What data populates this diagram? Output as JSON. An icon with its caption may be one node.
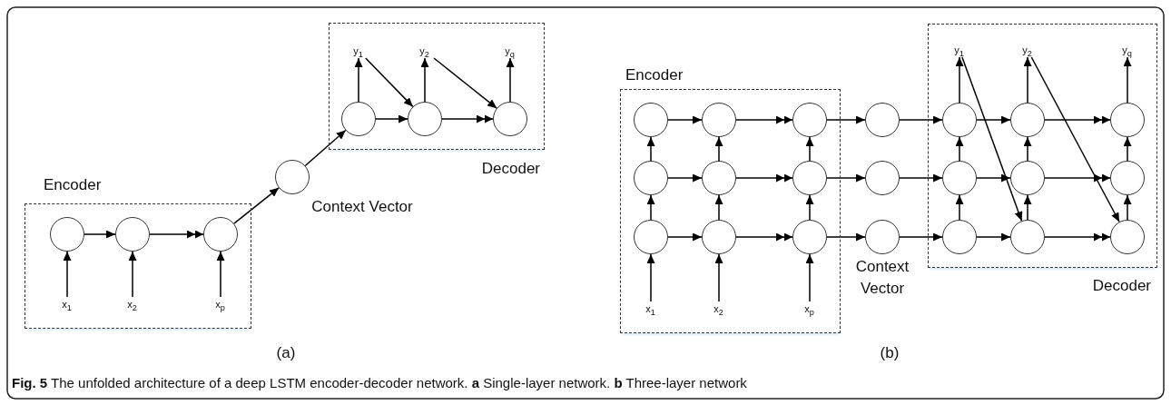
{
  "diagram": {
    "caption": "**Fig. 5** The unfolded architecture of a deep LSTM encoder-decoder network. **a** Single-layer network. **b** Three-layer network",
    "nodes": [
      {
        "text": [
          "Encoder"
        ]
      },
      {
        "text": [],
        "shape": "circle",
        "in": 0
      },
      {
        "text": [],
        "shape": "circle",
        "in": 0
      },
      {
        "text": [],
        "shape": "circle",
        "in": 0
      },
      {
        "text": [
          "x$_{1}$"
        ],
        "in": 0
      },
      {
        "text": [
          "x$_{2}$"
        ],
        "in": 0
      },
      {
        "text": [
          "x$_{p}$"
        ],
        "in": 0
      },
      {
        "text": [],
        "shape": "circle",
        "beside": [
          "Context Vector"
        ]
      },
      {
        "text": [
          "Decoder"
        ]
      },
      {
        "text": [],
        "shape": "circle",
        "in": 8
      },
      {
        "text": [],
        "shape": "circle",
        "in": 8
      },
      {
        "text": [],
        "shape": "circle",
        "in": 8
      },
      {
        "text": [
          "y$_{1}$"
        ],
        "in": 8
      },
      {
        "text": [
          "y$_{2}$"
        ],
        "in": 8
      },
      {
        "text": [
          "y$_{q}$"
        ],
        "in": 8
      },
      {
        "text": [
          "Encoder"
        ]
      },
      {
        "text": [],
        "shape": "circle",
        "in": 15
      },
      {
        "text": [],
        "shape": "circle",
        "in": 15
      },
      {
        "text": [],
        "shape": "circle",
        "in": 15
      },
      {
        "text": [],
        "shape": "circle",
        "in": 15
      },
      {
        "text": [],
        "shape": "circle",
        "in": 15
      },
      {
        "text": [],
        "shape": "circle",
        "in": 15
      },
      {
        "text": [],
        "shape": "circle",
        "in": 15
      },
      {
        "text": [],
        "shape": "circle",
        "in": 15
      },
      {
        "text": [],
        "shape": "circle",
        "in": 15
      },
      {
        "text": [
          "x$_{1}$"
        ],
        "in": 15
      },
      {
        "text": [
          "x$_{2}$"
        ],
        "in": 15
      },
      {
        "text": [
          "x$_{p}$"
        ],
        "in": 15
      },
      {
        "text": [],
        "shape": "circle"
      },
      {
        "text": [],
        "shape": "circle"
      },
      {
        "text": [],
        "shape": "circle",
        "beside": [
          "Context Vector"
        ]
      },
      {
        "text": [
          "Decoder"
        ]
      },
      {
        "text": [],
        "shape": "circle",
        "in": 31
      },
      {
        "text": [],
        "shape": "circle",
        "in": 31
      },
      {
        "text": [],
        "shape": "circle",
        "in": 31
      },
      {
        "text": [],
        "shape": "circle",
        "in": 31
      },
      {
        "text": [],
        "shape": "circle",
        "in": 31
      },
      {
        "text": [],
        "shape": "circle",
        "in": 31
      },
      {
        "text": [],
        "shape": "circle",
        "in": 31
      },
      {
        "text": [],
        "shape": "circle",
        "in": 31
      },
      {
        "text": [],
        "shape": "circle",
        "in": 31
      },
      {
        "text": [
          "y$_{1}$"
        ],
        "in": 31
      },
      {
        "text": [
          "y$_{2}$"
        ],
        "in": 31
      },
      {
        "text": [
          "y$_{q}$"
        ],
        "in": 31
      }
    ],
    "edges": [
      {
        "from": 1,
        "to": 2,
        "arrow": "to"
      },
      {
        "from": 2,
        "to": 3,
        "arrow": "to"
      },
      {
        "from": 4,
        "to": 1,
        "arrow": "to"
      },
      {
        "from": 5,
        "to": 2,
        "arrow": "to"
      },
      {
        "from": 6,
        "to": 3,
        "arrow": "to"
      },
      {
        "from": 3,
        "to": 7,
        "arrow": "to"
      },
      {
        "from": 7,
        "to": 9,
        "arrow": "to"
      },
      {
        "from": 9,
        "to": 10,
        "arrow": "to"
      },
      {
        "from": 10,
        "to": 11,
        "arrow": "to"
      },
      {
        "from": 9,
        "to": 12,
        "arrow": "to"
      },
      {
        "from": 10,
        "to": 13,
        "arrow": "to"
      },
      {
        "from": 11,
        "to": 14,
        "arrow": "to"
      },
      {
        "from": 12,
        "to": 10,
        "arrow": "to"
      },
      {
        "from": 13,
        "to": 11,
        "arrow": "to"
      },
      {
        "from": 16,
        "to": 17,
        "arrow": "to"
      },
      {
        "from": 17,
        "to": 18,
        "arrow": "to"
      },
      {
        "from": 18,
        "to": 28,
        "arrow": "to"
      },
      {
        "from": 28,
        "to": 32,
        "arrow": "to"
      },
      {
        "from": 32,
        "to": 33,
        "arrow": "to"
      },
      {
        "from": 33,
        "to": 34,
        "arrow": "to"
      },
      {
        "from": 19,
        "to": 20,
        "arrow": "to"
      },
      {
        "from": 20,
        "to": 21,
        "arrow": "to"
      },
      {
        "from": 21,
        "to": 29,
        "arrow": "to"
      },
      {
        "from": 29,
        "to": 35,
        "arrow": "to"
      },
      {
        "from": 35,
        "to": 36,
        "arrow": "to"
      },
      {
        "from": 36,
        "to": 37,
        "arrow": "to"
      },
      {
        "from": 22,
        "to": 23,
        "arrow": "to"
      },
      {
        "from": 23,
        "to": 24,
        "arrow": "to"
      },
      {
        "from": 24,
        "to": 30,
        "arrow": "to"
      },
      {
        "from": 30,
        "to": 38,
        "arrow": "to"
      },
      {
        "from": 38,
        "to": 39,
        "arrow": "to"
      },
      {
        "from": 39,
        "to": 40,
        "arrow": "to"
      },
      {
        "from": 25,
        "to": 22,
        "arrow": "to"
      },
      {
        "from": 26,
        "to": 23,
        "arrow": "to"
      },
      {
        "from": 27,
        "to": 24,
        "arrow": "to"
      },
      {
        "from": 22,
        "to": 19,
        "arrow": "to"
      },
      {
        "from": 23,
        "to": 20,
        "arrow": "to"
      },
      {
        "from": 24,
        "to": 21,
        "arrow": "to"
      },
      {
        "from": 19,
        "to": 16,
        "arrow": "to"
      },
      {
        "from": 20,
        "to": 17,
        "arrow": "to"
      },
      {
        "from": 21,
        "to": 18,
        "arrow": "to"
      },
      {
        "from": 38,
        "to": 35,
        "arrow": "to"
      },
      {
        "from": 39,
        "to": 36,
        "arrow": "to"
      },
      {
        "from": 40,
        "to": 37,
        "arrow": "to"
      },
      {
        "from": 35,
        "to": 32,
        "arrow": "to"
      },
      {
        "from": 36,
        "to": 33,
        "arrow": "to"
      },
      {
        "from": 37,
        "to": 34,
        "arrow": "to"
      },
      {
        "from": 32,
        "to": 41,
        "arrow": "to"
      },
      {
        "from": 33,
        "to": 42,
        "arrow": "to"
      },
      {
        "from": 34,
        "to": 43,
        "arrow": "to"
      },
      {
        "from": 41,
        "to": 39,
        "arrow": "to"
      },
      {
        "from": 42,
        "to": 40,
        "arrow": "to"
      }
    ],
    "labels": [
      "(a)",
      "(b)"
    ]
  }
}
